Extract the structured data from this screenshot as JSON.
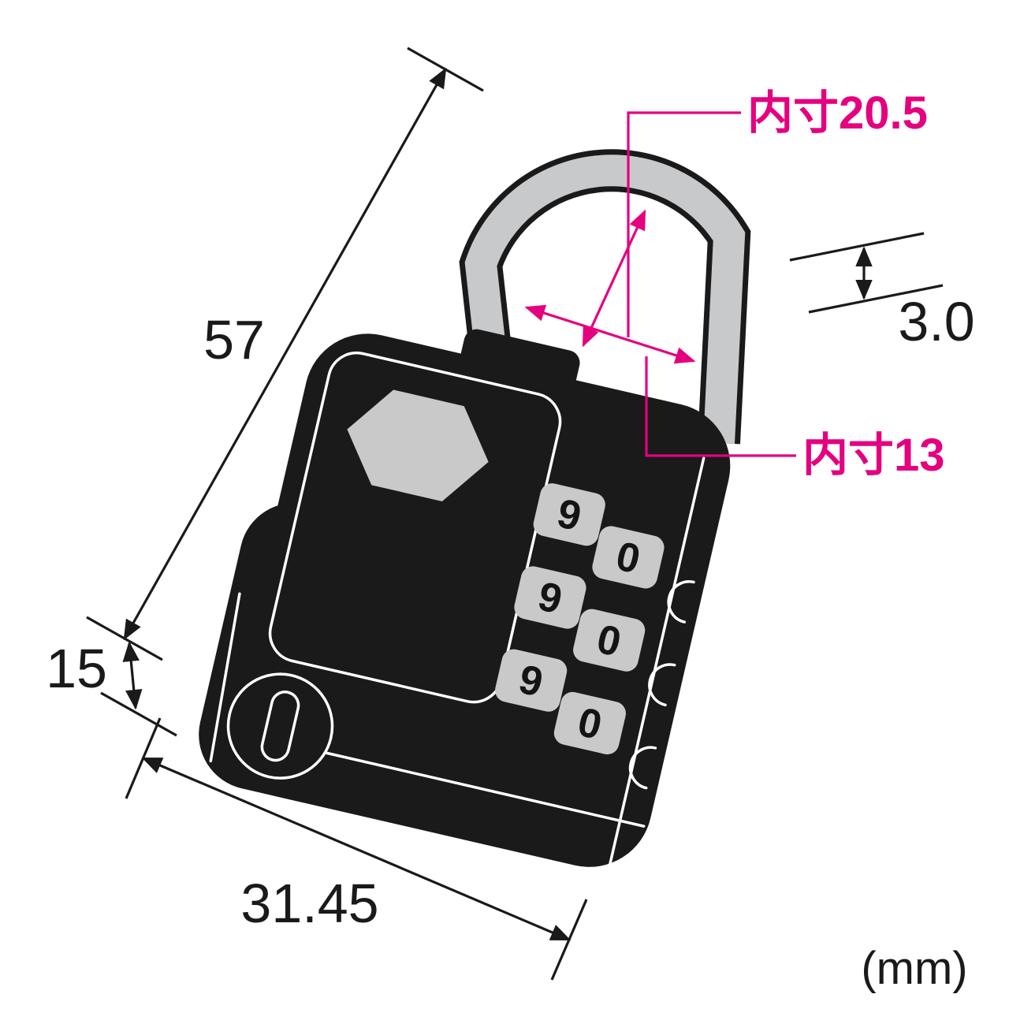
{
  "diagram": {
    "unit_label": "(mm)",
    "dimensions": {
      "overall_height": "57",
      "bottom_height": "15",
      "body_width": "31.45",
      "shackle_thickness": "3.0",
      "inner_width_label": "内寸20.5",
      "inner_height_label": "内寸13"
    },
    "dials": [
      [
        "9",
        "0"
      ],
      [
        "9",
        "0"
      ],
      [
        "9",
        "0"
      ]
    ],
    "colors": {
      "annotation": "#e4007f",
      "line": "#1a1a1a",
      "body": "#1a1a1a",
      "shackle": "#c8c9ca",
      "dial_key": "#c9c9c9",
      "logo_badge": "#c9c9c9",
      "background": "#ffffff"
    }
  }
}
